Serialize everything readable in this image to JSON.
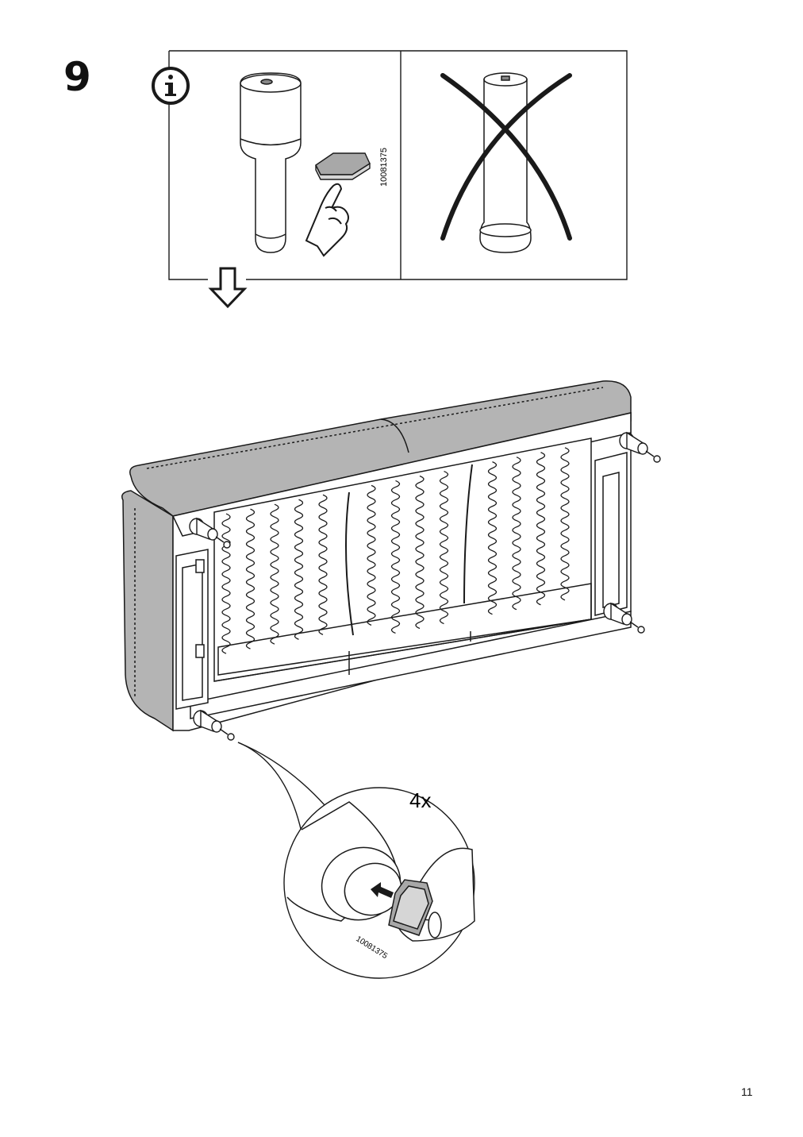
{
  "step": {
    "number": "9"
  },
  "info_panel": {
    "info_icon": "info-icon",
    "part_number": "10081375",
    "wrong_panel_mark": "cross-out-x"
  },
  "detail": {
    "quantity": "4x",
    "part_number": "10081375"
  },
  "page": {
    "number": "11"
  },
  "colors": {
    "line": "#1a1a1a",
    "shade": "#a8a8a8",
    "light_shade": "#d6d6d6"
  }
}
